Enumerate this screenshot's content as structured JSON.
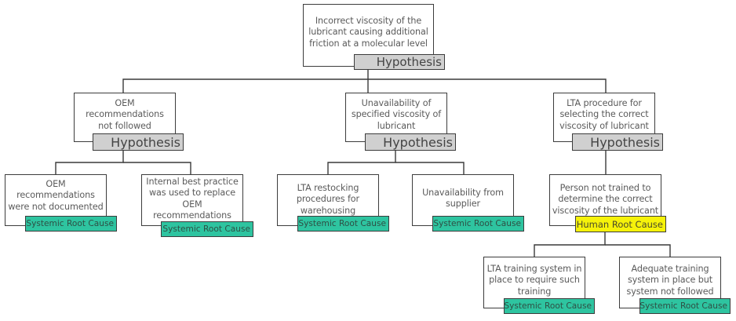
{
  "diagram": {
    "type": "root-cause-tree",
    "colors": {
      "hypothesis": "#d0d0d0",
      "systemic": "#2ec4a0",
      "human": "#f6f20a",
      "line": "#3a3a3a"
    },
    "nodes": {
      "root": {
        "text": "Incorrect viscosity of the lubricant causing additional friction at a molecular level",
        "badge": "Hypothesis"
      },
      "h1": {
        "text": "OEM recommendations not followed",
        "badge": "Hypothesis"
      },
      "h2": {
        "text": "Unavailability of specified viscosity of lubricant",
        "badge": "Hypothesis"
      },
      "h3": {
        "text": "LTA procedure for selecting the correct viscosity of lubricant",
        "badge": "Hypothesis"
      },
      "c1": {
        "text": "OEM recommendations were not documented",
        "badge": "Systemic Root Cause"
      },
      "c2": {
        "text": "Internal best practice was used to replace OEM recommendations",
        "badge": "Systemic Root Cause"
      },
      "c3": {
        "text": "LTA restocking procedures for warehousing",
        "badge": "Systemic Root Cause"
      },
      "c4": {
        "text": "Unavailability from supplier",
        "badge": "Systemic Root Cause"
      },
      "c5": {
        "text": "Person not trained to determine the correct viscosity of the lubricant",
        "badge": "Human Root Cause"
      },
      "c6": {
        "text": "LTA training system in place to require such training",
        "badge": "Systemic Root Cause"
      },
      "c7": {
        "text": "Adequate training system in place but system not followed",
        "badge": "Systemic Root Cause"
      }
    }
  }
}
